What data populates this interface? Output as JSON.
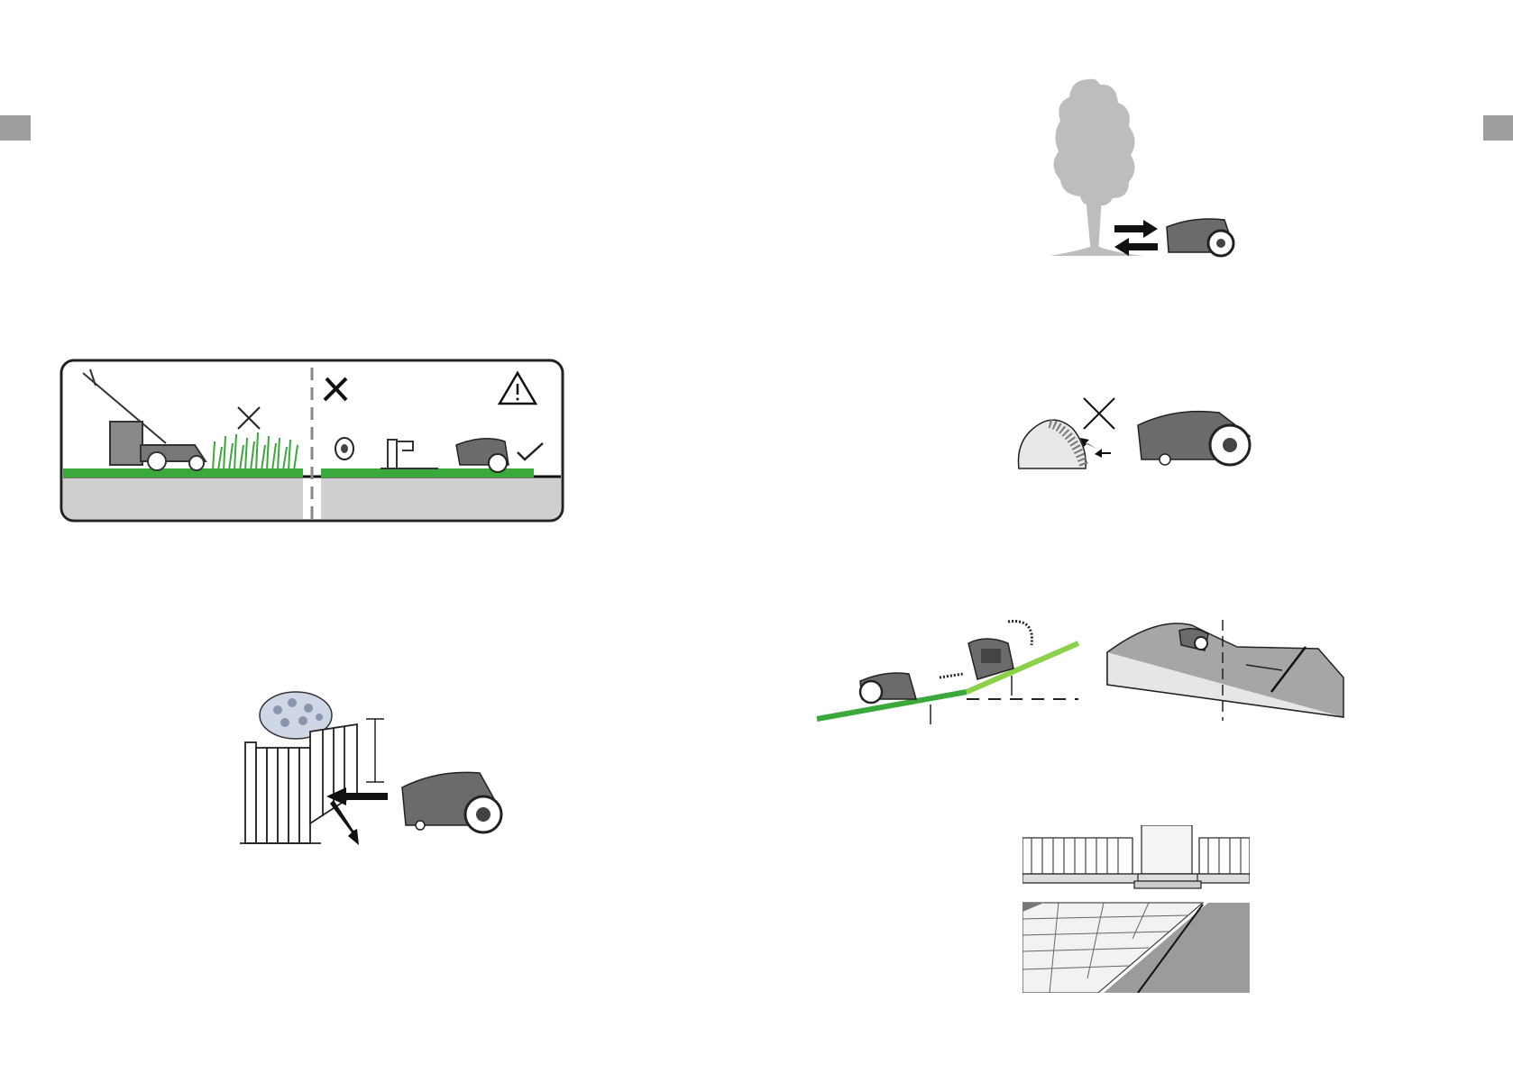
{
  "document": {
    "type": "robot-mower-installation-manual-spread",
    "left_page": {
      "tab_color": "#9e9e9e",
      "figures": [
        {
          "name": "pre-mow-lawn-panel",
          "icons": [
            "push-mower-icon",
            "cross-icon",
            "tools-icon",
            "warning-triangle-icon",
            "wire-spool-icon",
            "charging-station-icon",
            "robot-mower-icon",
            "checkmark-icon"
          ]
        },
        {
          "name": "fence-obstacle-figure",
          "icons": [
            "fence-icon",
            "bush-icon",
            "robot-mower-icon",
            "arrow-icon"
          ]
        }
      ]
    },
    "right_page": {
      "tab_color": "#9e9e9e",
      "figures": [
        {
          "name": "tree-obstacle-figure",
          "icons": [
            "tree-icon",
            "double-arrow-icon",
            "robot-mower-icon"
          ]
        },
        {
          "name": "rock-obstacle-figure",
          "icons": [
            "rock-icon",
            "cross-icon",
            "robot-mower-icon"
          ]
        },
        {
          "name": "slope-figure",
          "icons": [
            "slope-line-icon",
            "robot-mower-icon",
            "rotate-arrow-icon"
          ]
        },
        {
          "name": "slope-terrain-figure",
          "icons": [
            "terrain-icon",
            "robot-mower-icon"
          ]
        },
        {
          "name": "paved-path-figure",
          "icons": [
            "house-porch-icon",
            "paving-icon"
          ]
        }
      ]
    },
    "colors": {
      "grass_dark": "#3aa83a",
      "grass_light": "#8bd14a",
      "ground_gray": "#cfcfcf",
      "mower_gray": "#6b6b6b",
      "tree_gray": "#bdbdbd"
    }
  }
}
